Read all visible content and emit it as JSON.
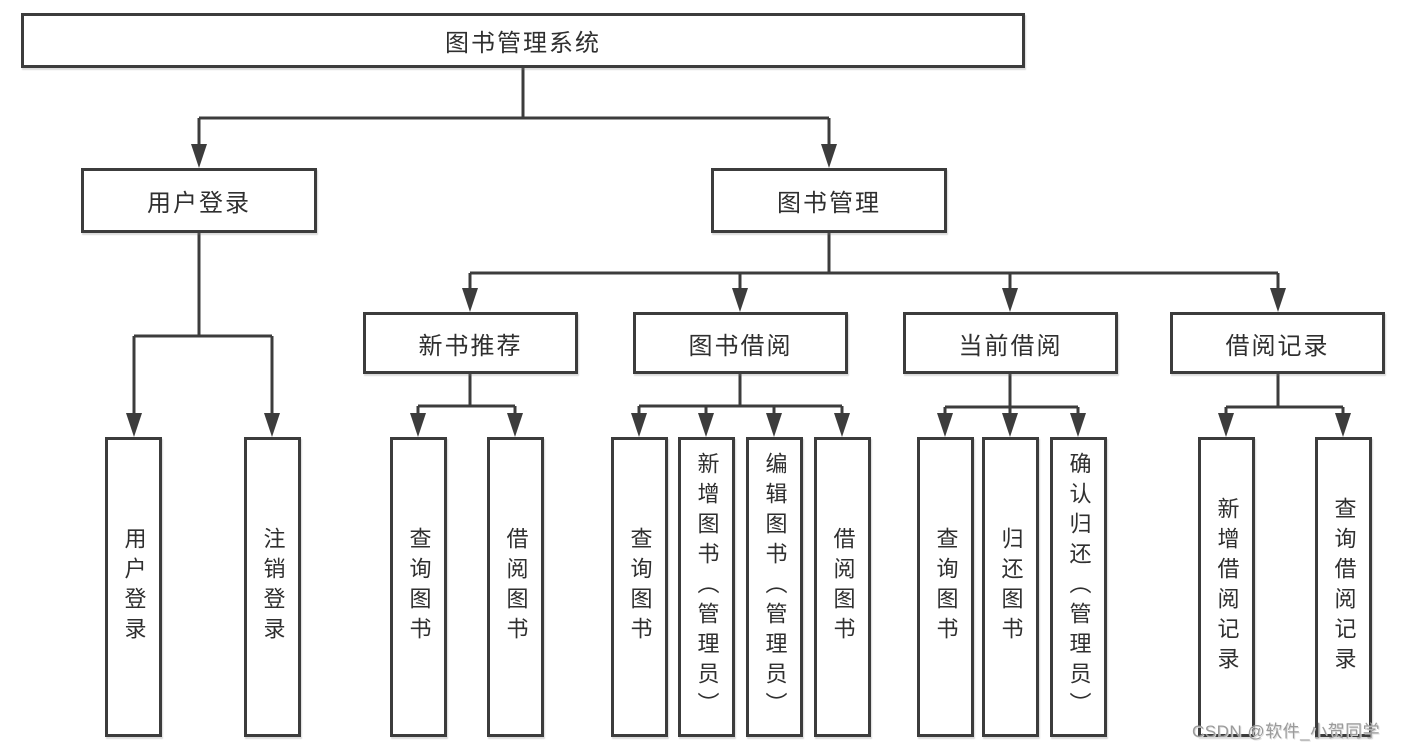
{
  "diagram_title": "图书管理系统",
  "tree": {
    "root": {
      "label": "图书管理系统"
    },
    "branches": [
      {
        "label": "用户登录",
        "children": [
          {
            "label": "用户登录"
          },
          {
            "label": "注销登录"
          }
        ]
      },
      {
        "label": "图书管理",
        "children": [
          {
            "label": "新书推荐",
            "children": [
              {
                "label": "查询图书"
              },
              {
                "label": "借阅图书"
              }
            ]
          },
          {
            "label": "图书借阅",
            "children": [
              {
                "label": "查询图书"
              },
              {
                "label": "新增图书（管理员）"
              },
              {
                "label": "编辑图书（管理员）"
              },
              {
                "label": "借阅图书"
              }
            ]
          },
          {
            "label": "当前借阅",
            "children": [
              {
                "label": "查询图书"
              },
              {
                "label": "归还图书"
              },
              {
                "label": "确认归还（管理员）"
              }
            ]
          },
          {
            "label": "借阅记录",
            "children": [
              {
                "label": "新增借阅记录"
              },
              {
                "label": "查询借阅记录"
              }
            ]
          }
        ]
      }
    ]
  },
  "watermark": {
    "text": "CSDN @软件_小贺同学"
  },
  "colors": {
    "line": "#3c3c3c",
    "text": "#2f2f2f",
    "background": "#ffffff",
    "watermark": "#9b9b9b"
  }
}
